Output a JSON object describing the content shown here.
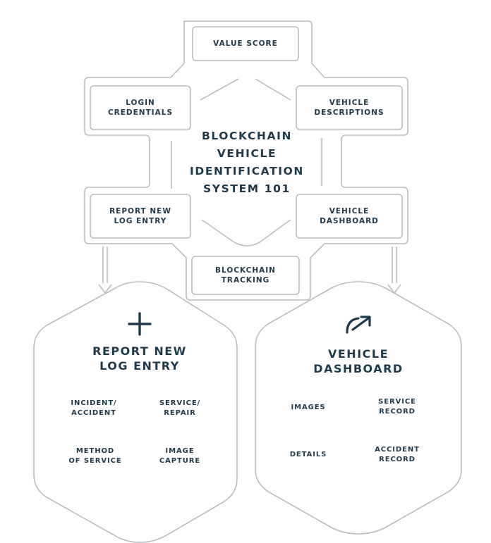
{
  "top_box": "VALUE SCORE",
  "left_top_box": "LOGIN\nCREDENTIALS",
  "right_top_box": "VEHICLE\nDESCRIPTIONS",
  "center_title": "BLOCKCHAIN\nVEHICLE\nIDENTIFICATION\nSYSTEM 101",
  "left_bottom_box": "REPORT NEW\nLOG ENTRY",
  "right_bottom_box": "VEHICLE\nDASHBOARD",
  "bottom_box": "BLOCKCHAIN\nTRACKING",
  "left_hex": {
    "icon": "plus-icon",
    "title": "REPORT NEW\nLOG ENTRY",
    "items": [
      "INCIDENT/\nACCIDENT",
      "SERVICE/\nREPAIR",
      "METHOD\nOF SERVICE",
      "IMAGE\nCAPTURE"
    ]
  },
  "right_hex": {
    "icon": "gauge-arrow-icon",
    "title": "VEHICLE\nDASHBOARD",
    "items": [
      "IMAGES",
      "SERVICE\nRECORD",
      "DETAILS",
      "ACCIDENT\nRECORD"
    ]
  },
  "colors": {
    "ink": "#1f3a4d",
    "outline": "#b9bec2"
  }
}
